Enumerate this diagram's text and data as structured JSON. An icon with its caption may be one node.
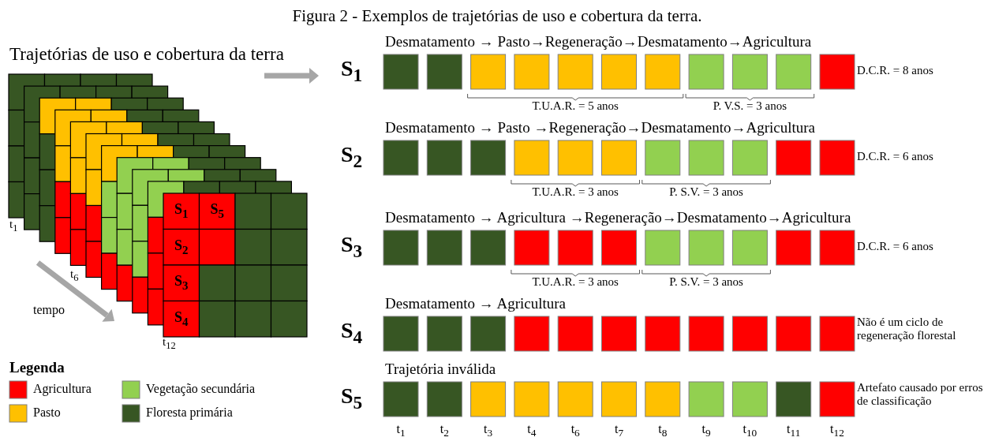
{
  "diagram": {
    "title": "Figura 2 - Exemplos de trajetórias de uso e cobertura da terra.",
    "labels": [
      "Trajetórias de uso e cobertura da terra",
      "S$_{1}$",
      "S$_{5}$",
      "S$_{2}$",
      "S$_{3}$",
      "S$_{4}$",
      "t$_{1}$",
      "t$_{6}$",
      "t$_{12}$",
      "tempo",
      "Legenda",
      "Desmatamento → Pasto→Regeneração→Desmatamento→Agricultura",
      "S$_{1}$",
      "D.C.R. = 8 anos",
      "T.U.A.R. = 5 anos",
      "P. V.S. = 3 anos",
      "Desmatamento → Pasto →Regeneração→Desmatamento→Agricultura",
      "S$_{2}$",
      "D.C.R. = 6 anos",
      "T.U.A.R. = 3 anos",
      "P. S.V. = 3 anos",
      "Desmatamento → Agricultura →Regeneração→Desmatamento→Agricultura",
      "S$_{3}$",
      "D.C.R. = 6 anos",
      "T.U.A.R. = 3 anos",
      "P. S.V. = 3 anos",
      "Desmatamento → Agricultura",
      "S$_{4}$",
      "Não é um ciclo de regeneração florestal",
      "Trajetória inválida",
      "S$_{5}$",
      "Artefato causado por erros de classificação",
      "t$_{1}$",
      "t$_{2}$",
      "t$_{3}$",
      "t$_{4}$",
      "t$_{6}$",
      "t$_{7}$",
      "t$_{8}$",
      "t$_{9}$",
      "t$_{10}$",
      "t$_{11}$",
      "t$_{12}$"
    ],
    "legend": [
      {
        "text": "Agricultura",
        "color": "#ff0000"
      },
      {
        "text": "Pasto",
        "color": "#ffc000"
      },
      {
        "text": "Vegetação secundária",
        "color": "#92d050"
      },
      {
        "text": "Floresta primária",
        "color": "#375623"
      }
    ]
  }
}
